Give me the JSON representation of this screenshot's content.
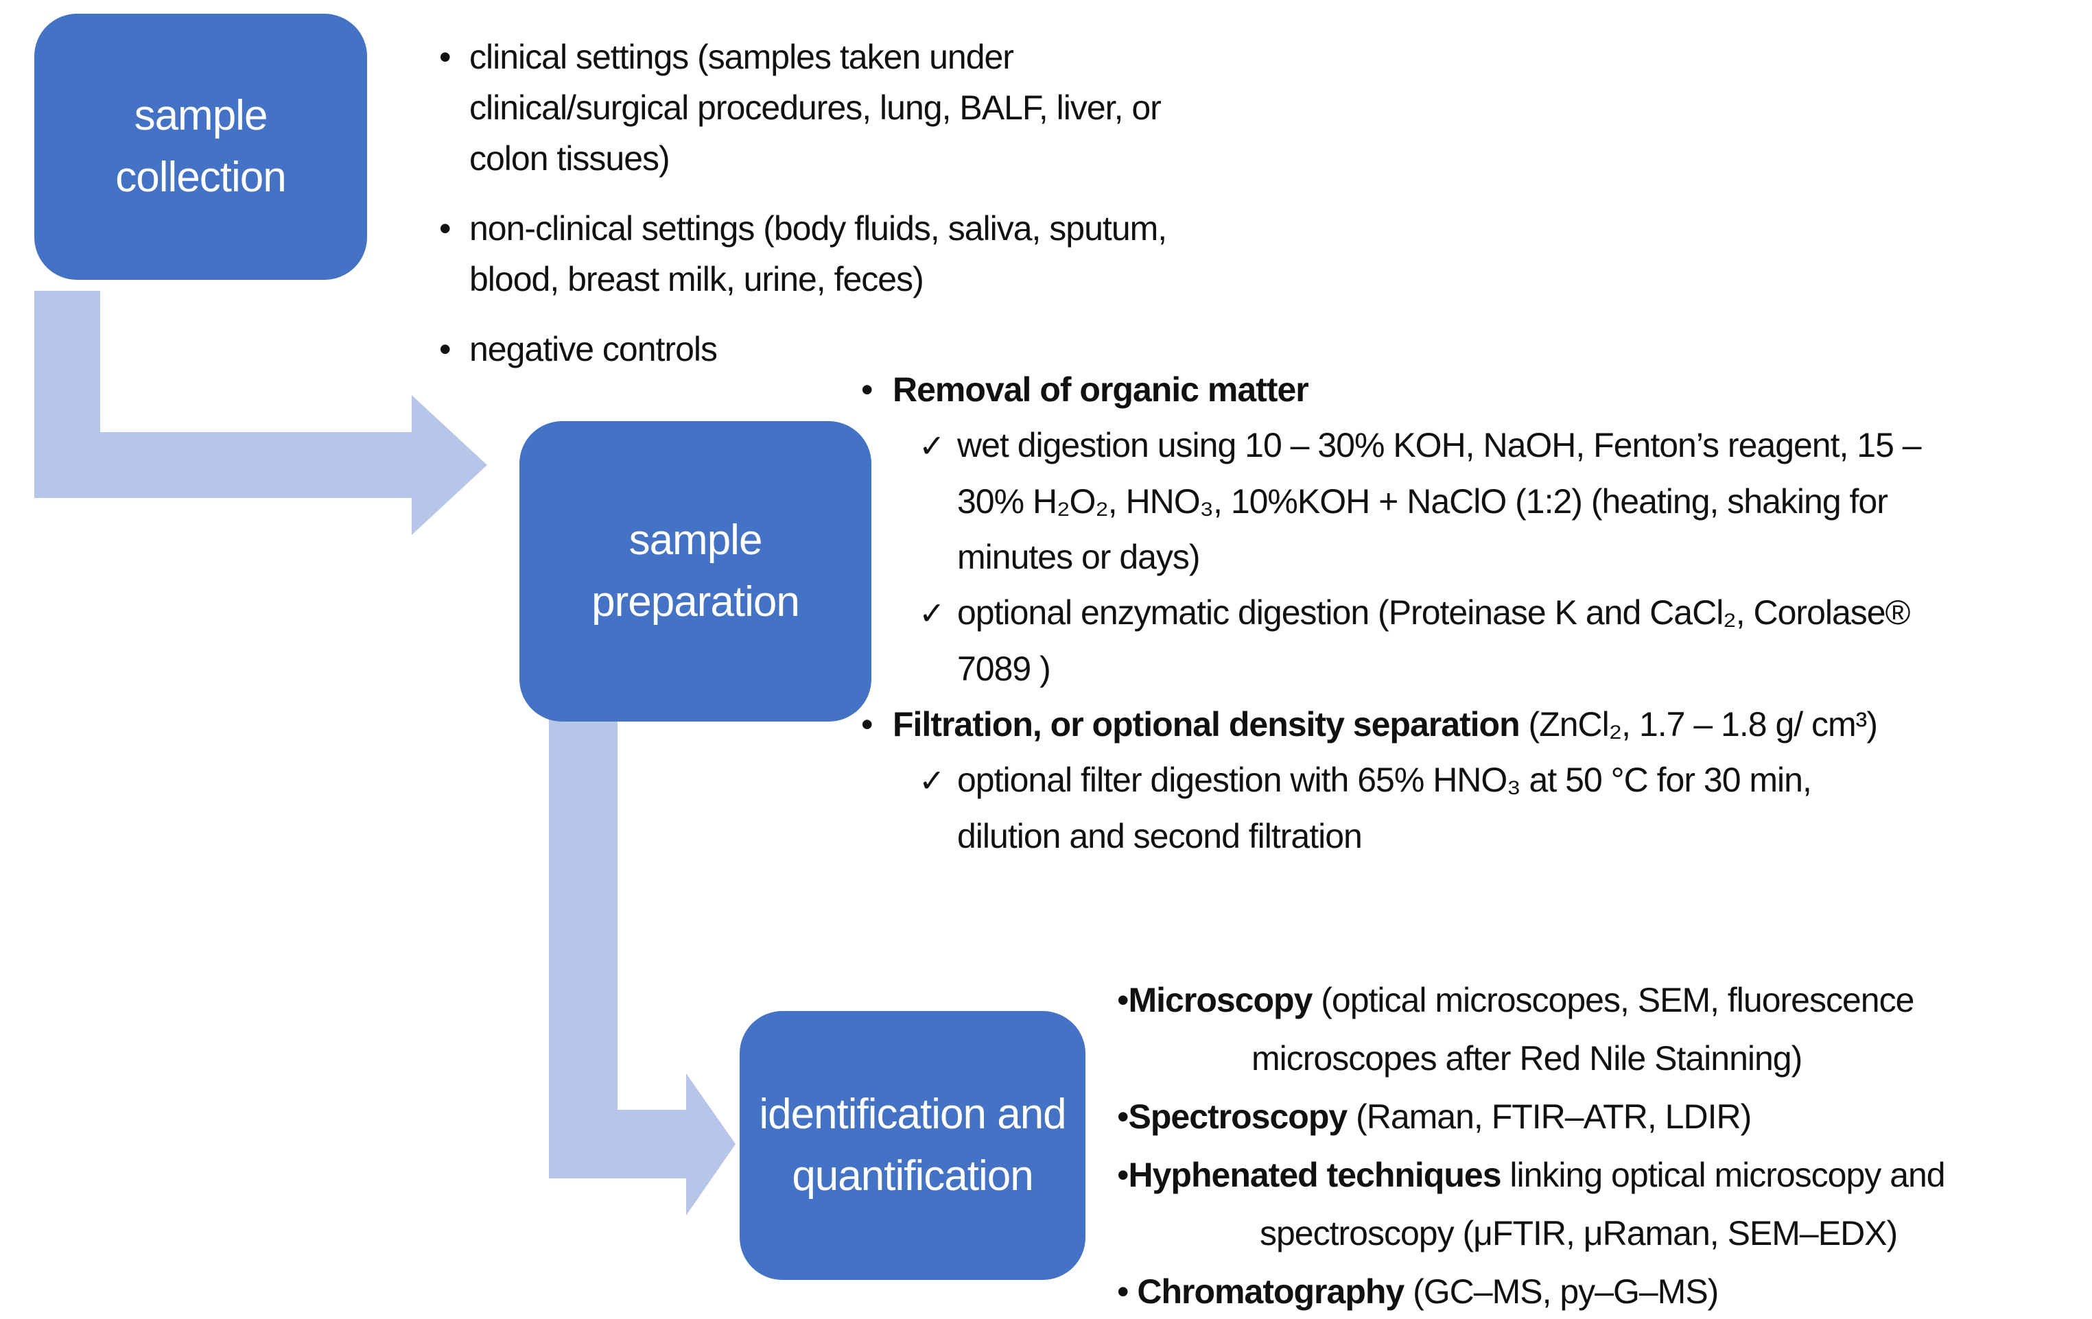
{
  "colors": {
    "box_fill": "#4472C4",
    "box_text": "#FFFFFF",
    "arrow_fill": "#B7C5E8",
    "text_color": "#111111"
  },
  "boxes": {
    "collection": "sample collection",
    "preparation": "sample preparation",
    "identification": "identification and quantification"
  },
  "collection_notes": [
    {
      "bullet": "•",
      "text": "clinical settings (samples taken under"
    },
    {
      "text": "clinical/surgical procedures, lung, BALF, liver, or"
    },
    {
      "text": "colon tissues)"
    },
    {
      "bullet": "•",
      "text": "non-clinical settings (body fluids, saliva, sputum,"
    },
    {
      "text": "blood, breast milk, urine, feces)"
    },
    {
      "bullet": "•",
      "text": "negative controls"
    }
  ],
  "preparation_notes": [
    {
      "bullet": "•",
      "bold": "Removal of organic matter"
    },
    {
      "check": "✓",
      "text": "wet digestion using 10 – 30% KOH, NaOH, Fenton’s reagent, 15 –"
    },
    {
      "text": "30% H₂O₂, HNO₃, 10%KOH + NaClO (1:2) (heating, shaking for"
    },
    {
      "text": "minutes or days)"
    },
    {
      "check": "✓",
      "text": "optional enzymatic digestion (Proteinase K and CaCl₂, Corolase®"
    },
    {
      "text": "7089 )"
    },
    {
      "bullet": "•",
      "bold": "Filtration, or optional density separation",
      "text": " (ZnCl₂, 1.7 – 1.8 g/ cm³)"
    },
    {
      "check": "✓",
      "text": "optional filter digestion with 65% HNO₃ at 50 °C for 30 min,"
    },
    {
      "text": "dilution and second filtration"
    }
  ],
  "identification_notes": [
    {
      "bullet": "•",
      "bold": "Microscopy",
      "text": " (optical microscopes, SEM, fluorescence"
    },
    {
      "text": "microscopes after Red Nile Stainning)"
    },
    {
      "bullet": "•",
      "bold": "Spectroscopy",
      "text": " (Raman, FTIR–ATR, LDIR)"
    },
    {
      "bullet": "•",
      "bold": "Hyphenated techniques",
      "text": " linking optical microscopy and"
    },
    {
      "text": "spectroscopy (μFTIR, μRaman, SEM–EDX)"
    },
    {
      "bullet": "• ",
      "bold": "Chromatography",
      "text": " (GC–MS, py–G–MS)"
    }
  ]
}
